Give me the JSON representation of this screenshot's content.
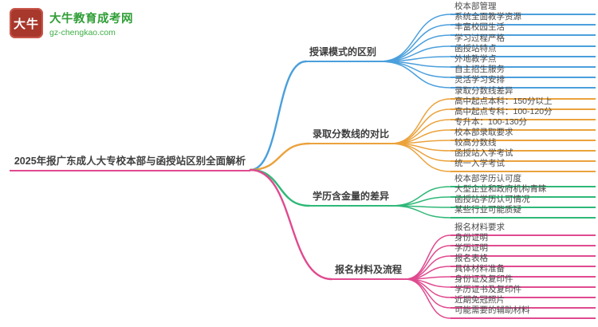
{
  "logo": {
    "icon_text": "大牛",
    "site_name": "大牛教育成考网",
    "site_url": "gz-chengkao.com"
  },
  "central": {
    "label": "2025年报广东成人大专校本部与函授站区别全面解析",
    "color": "#e04a8f"
  },
  "branches": [
    {
      "label": "授课模式的区别",
      "color": "#4a9fdc",
      "children": [
        "校本部管理",
        "系统全面教学资源",
        "丰富校园生活",
        "学习过程严格",
        "函授站特点",
        "外地教学点",
        "自主招生服务",
        "灵活学习安排"
      ]
    },
    {
      "label": "录取分数线的对比",
      "color": "#eba23c",
      "children": [
        "录取分数线差异",
        "高中起点本科：150分以上",
        "高中起点专科：100-120分",
        "专升本：100-130分",
        "校本部录取要求",
        "较高分数线",
        "函授站入学考试",
        "统一入学考试"
      ]
    },
    {
      "label": "学历含金量的差异",
      "color": "#2fb878",
      "children": [
        "校本部学历认可度",
        "大型企业和政府机构青睐",
        "函授站学历认可情况",
        "某些行业可能质疑"
      ]
    },
    {
      "label": "报名材料及流程",
      "color": "#e04a8f",
      "children": [
        "报名材料要求",
        "身份证明",
        "学历证明",
        "报名表格",
        "具体材料准备",
        "身份证及复印件",
        "学历证书及复印件",
        "近期免冠照片",
        "可能需要的辅助材料"
      ]
    }
  ]
}
